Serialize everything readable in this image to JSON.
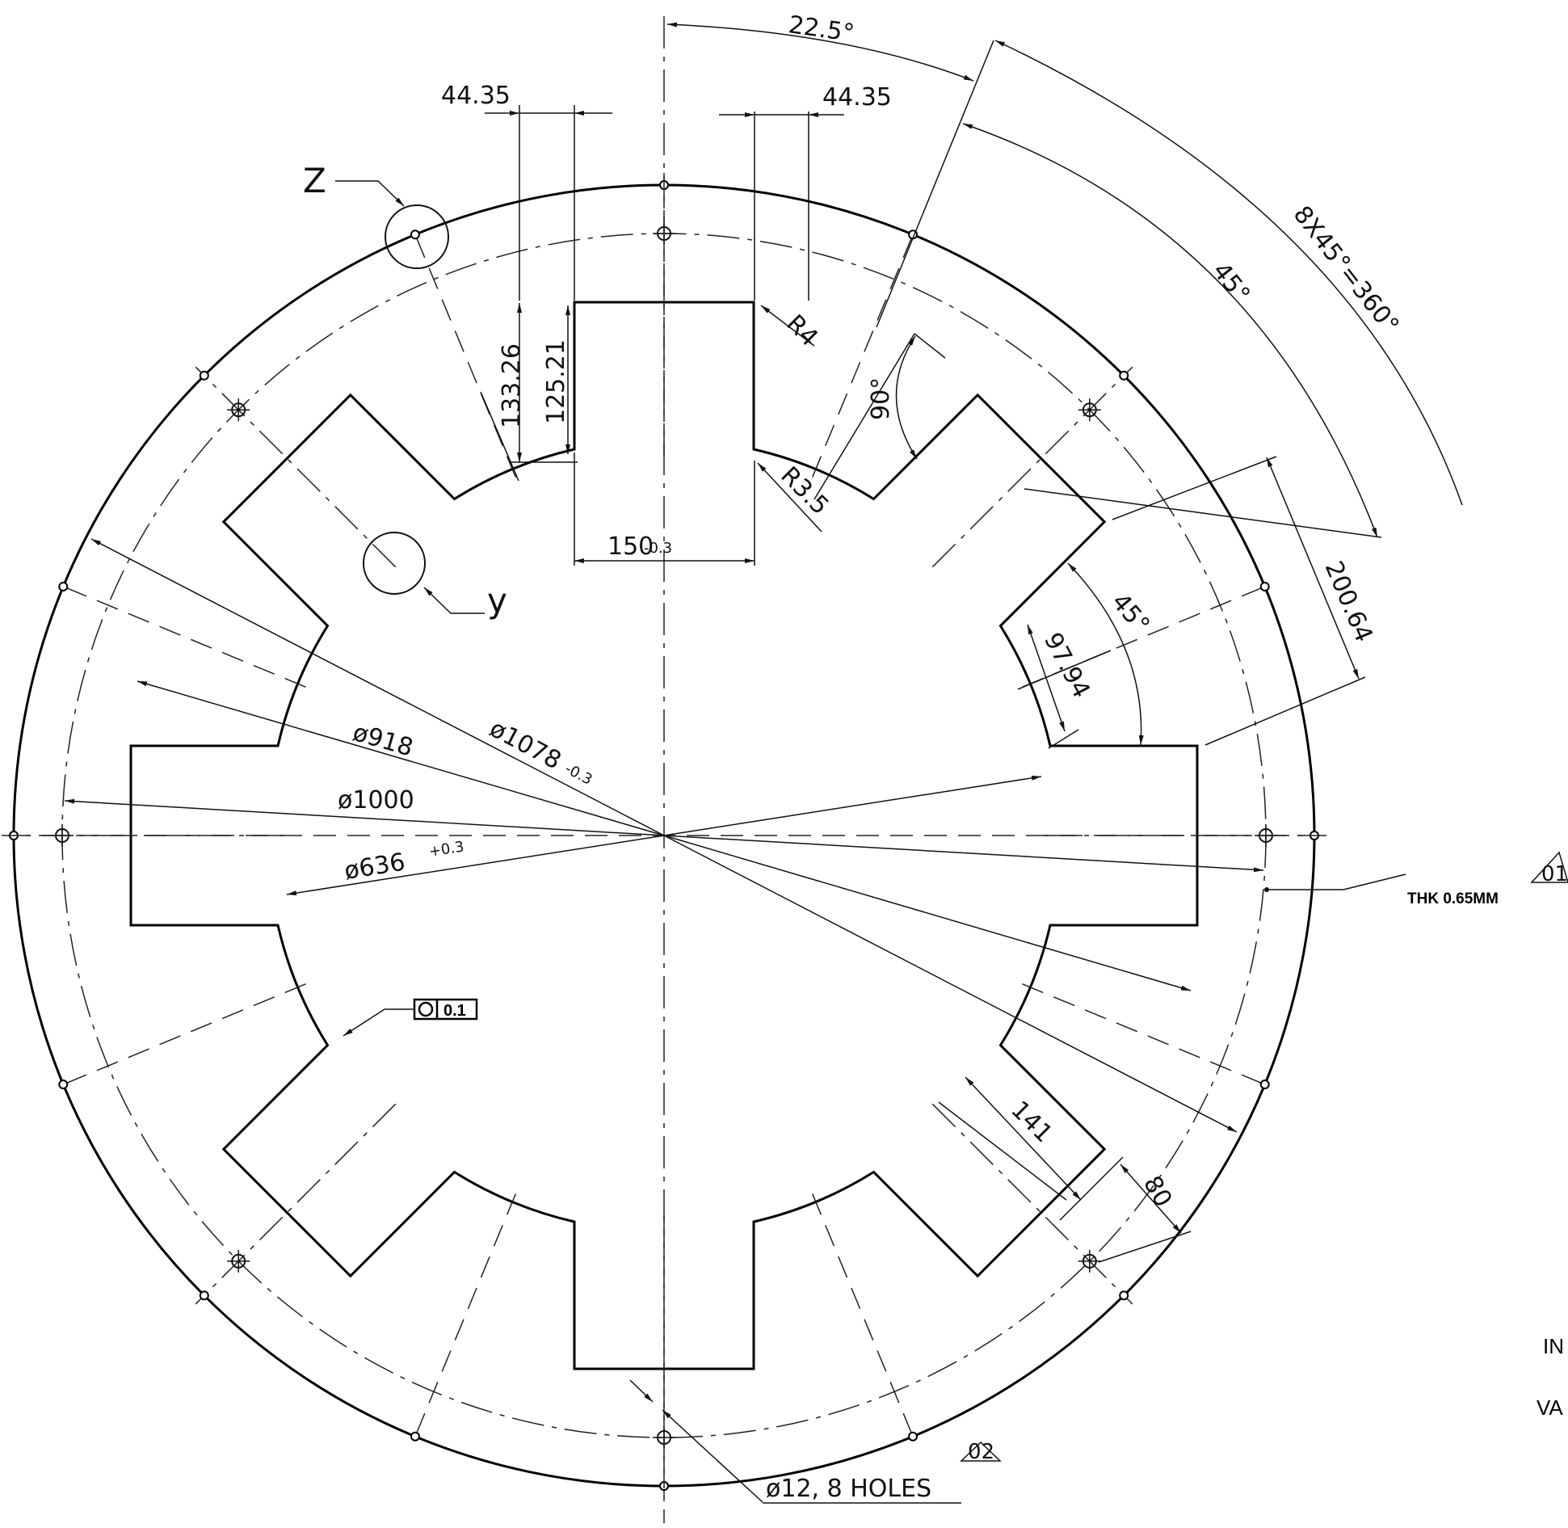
{
  "dimensions": {
    "angle_22_5": "22.5°",
    "width_44_35_left": "44.35",
    "width_44_35_right": "44.35",
    "pattern": "8X45°=360°",
    "angle_45_outer": "45°",
    "slot_depth_133": "133.26",
    "slot_depth_125": "125.21",
    "radius_r4": "R4",
    "radius_r3_5": "R3.5",
    "angle_90": "90°",
    "slot_width_150": "150",
    "slot_width_150_tol": "-0.3",
    "length_200_64": "200.64",
    "angle_45_inner": "45°",
    "length_97_94": "97.94",
    "dia_918": "ø918",
    "dia_1078": "ø1078",
    "dia_1078_tol": "-0.3",
    "dia_1000": "ø1000",
    "dia_636": "ø636",
    "dia_636_tol": "+0.3",
    "length_141": "141",
    "length_80": "80",
    "holes_note": "ø12, 8 HOLES"
  },
  "labels": {
    "detail_z": "Z",
    "detail_y": "y",
    "thickness": "THK 0.65MM",
    "revision_01": "01",
    "revision_02": "02",
    "circularity_value": "0.1",
    "side_text_1": "IN",
    "side_text_2": "VA"
  },
  "icons": {
    "circularity": "circularity-symbol",
    "revision": "revision-triangle"
  }
}
